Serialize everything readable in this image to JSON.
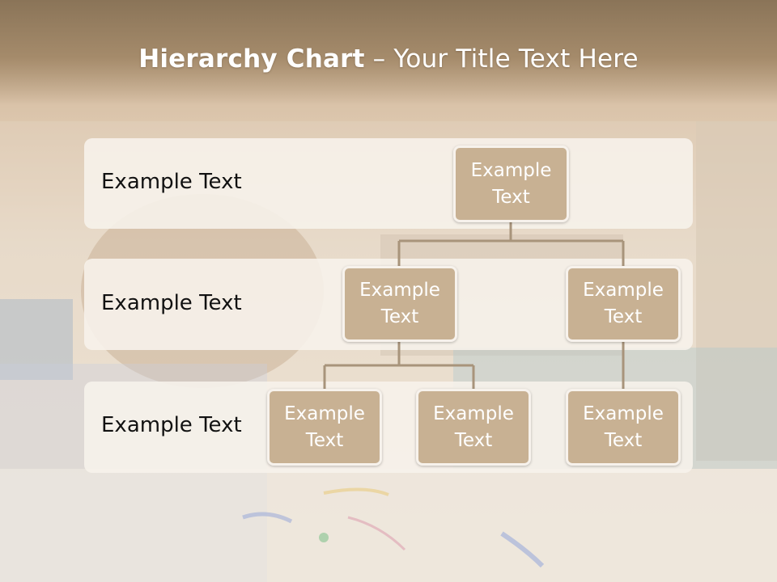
{
  "slide": {
    "title_bold": "Hierarchy Chart",
    "title_rest": " – Your Title Text Here"
  },
  "rows": [
    {
      "label": "Example Text"
    },
    {
      "label": "Example Text"
    },
    {
      "label": "Example Text"
    }
  ],
  "nodes": {
    "root": "Example Text",
    "level2_left": "Example Text",
    "level2_right": "Example Text",
    "level3_a": "Example Text",
    "level3_b": "Example Text",
    "level3_c": "Example Text"
  },
  "colors": {
    "node_fill": "#c8b193",
    "node_border": "#f7f2ec",
    "connector": "#a8947b",
    "title_text": "#ffffff"
  }
}
